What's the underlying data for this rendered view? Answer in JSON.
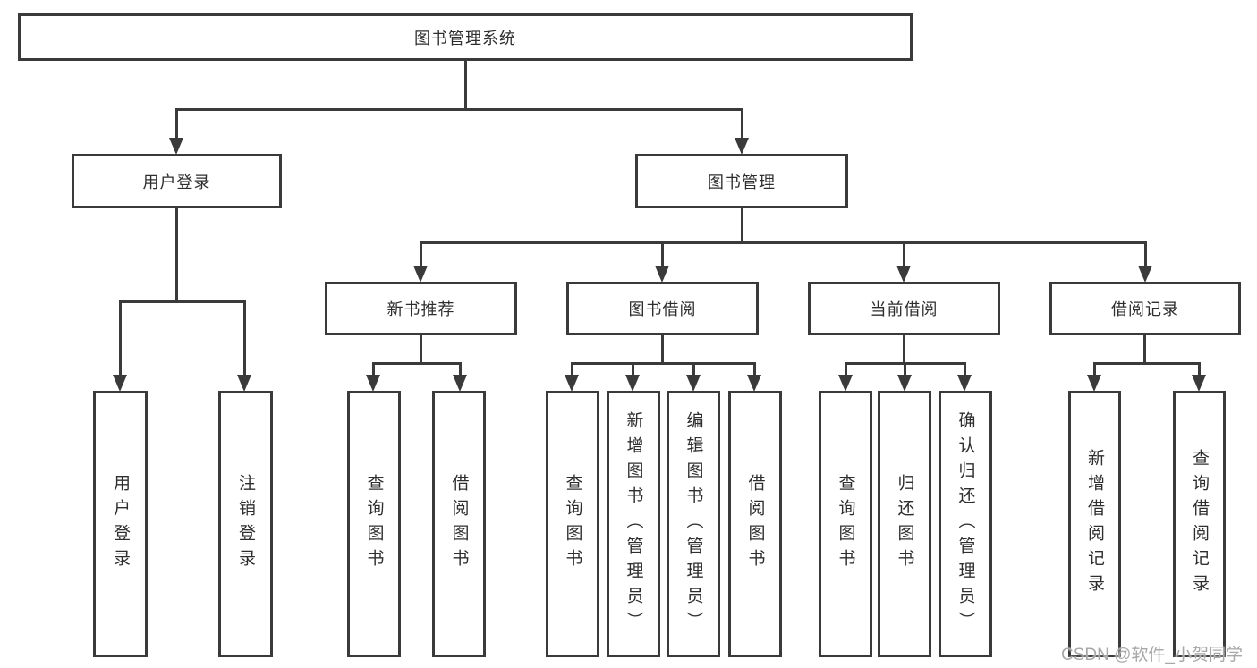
{
  "watermark": {
    "text": "CSDN @软件_小贺同学"
  },
  "tree": {
    "root": {
      "label": "图书管理系统"
    },
    "branches": [
      {
        "label": "用户登录",
        "children": [
          {
            "label": "用户登录"
          },
          {
            "label": "注销登录"
          }
        ]
      },
      {
        "label": "图书管理",
        "sections": [
          {
            "label": "新书推荐",
            "children": [
              {
                "label": "查询图书"
              },
              {
                "label": "借阅图书"
              }
            ]
          },
          {
            "label": "图书借阅",
            "children": [
              {
                "label": "查询图书"
              },
              {
                "label": "新增图书（管理员）"
              },
              {
                "label": "编辑图书（管理员）"
              },
              {
                "label": "借阅图书"
              }
            ]
          },
          {
            "label": "当前借阅",
            "children": [
              {
                "label": "查询图书"
              },
              {
                "label": "归还图书"
              },
              {
                "label": "确认归还（管理员）"
              }
            ]
          },
          {
            "label": "借阅记录",
            "children": [
              {
                "label": "新增借阅记录"
              },
              {
                "label": "查询借阅记录"
              }
            ]
          }
        ]
      }
    ]
  }
}
